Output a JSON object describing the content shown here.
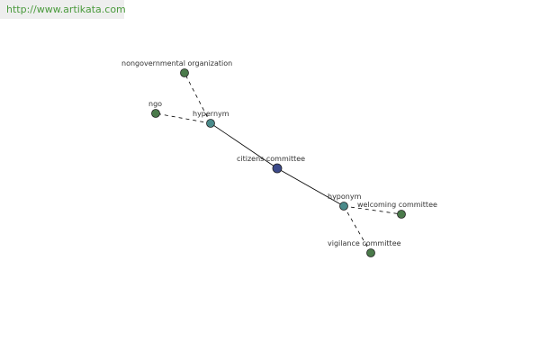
{
  "site": {
    "url_text": "http://www.artikata.com"
  },
  "colors": {
    "link": "#4a9a3c",
    "banner_bg": "#eeeeee",
    "edge": "#000000",
    "center_node": "#3c4a8a",
    "relation_node": "#4a8a8a",
    "leaf_node": "#4a7a4a",
    "node_outline": "#222222"
  },
  "graph": {
    "nodes": {
      "center": {
        "label": "citizens committee"
      },
      "hypernym": {
        "label": "hypernym"
      },
      "hyponym": {
        "label": "hyponym"
      },
      "ngo_org": {
        "label": "nongovernmental organization"
      },
      "ngo": {
        "label": "ngo"
      },
      "welcoming": {
        "label": "welcoming committee"
      },
      "vigilance": {
        "label": "vigilance committee"
      }
    },
    "edges": [
      {
        "from": "center",
        "to": "hypernym",
        "style": "solid"
      },
      {
        "from": "center",
        "to": "hyponym",
        "style": "solid"
      },
      {
        "from": "hypernym",
        "to": "ngo_org",
        "style": "dashed"
      },
      {
        "from": "hypernym",
        "to": "ngo",
        "style": "dashed"
      },
      {
        "from": "hyponym",
        "to": "welcoming",
        "style": "dashed"
      },
      {
        "from": "hyponym",
        "to": "vigilance",
        "style": "dashed"
      }
    ]
  }
}
